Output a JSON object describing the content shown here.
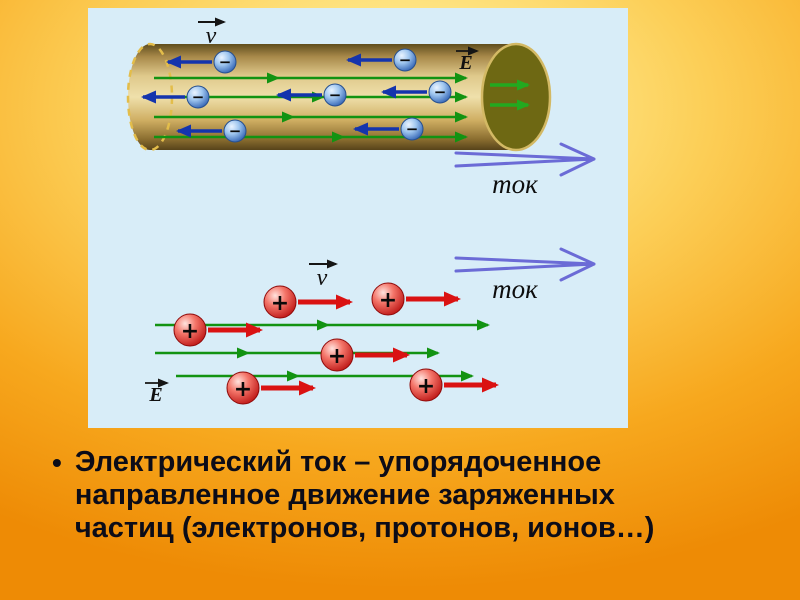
{
  "caption": {
    "bullet": "•",
    "lines": [
      "Электрический ток – упорядоченное",
      "направленное движение заряженных",
      "частиц (электронов, протонов, ионов…)"
    ]
  },
  "diagram": {
    "conductor": {
      "velocity_label": "v",
      "field_label": "E",
      "current_label": "ток",
      "charge_sign": "−",
      "charge_count": 7
    },
    "free_charges": {
      "velocity_label": "v",
      "field_label": "E",
      "current_label": "ток",
      "charge_sign": "+",
      "charge_count": 6
    },
    "colors": {
      "panel_blue": "#d8edf8",
      "field_line_green": "#129312",
      "electron_arrow_blue": "#1434ad",
      "charge_arrow_red": "#da1212",
      "current_arrow_violet": "#6b6bd6",
      "cylinder_gold": "#d9c27a"
    }
  }
}
